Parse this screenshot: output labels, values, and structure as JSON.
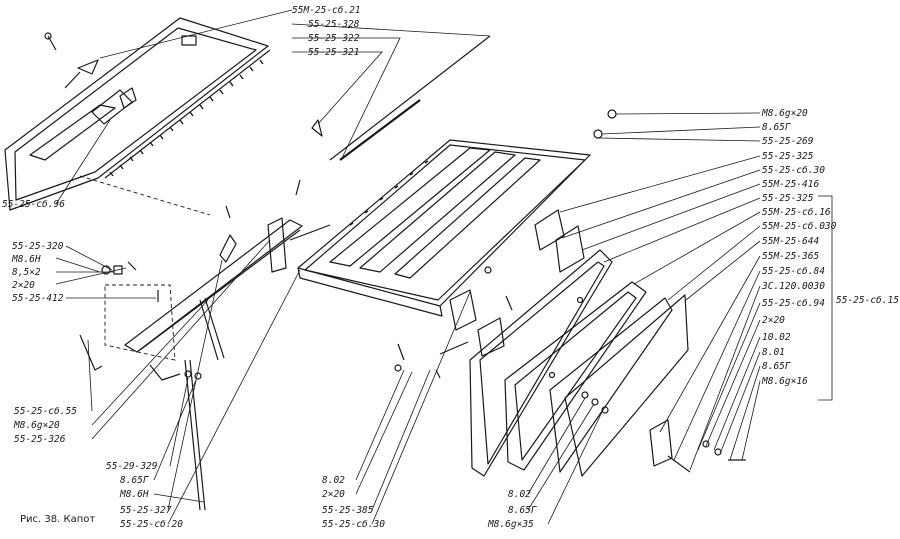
{
  "caption": "Рис. 38. Капот",
  "labels": [
    "55М-25-сб.21",
    "55-25-328",
    "55-25-322",
    "55-25-321",
    "55-25-сб.96",
    "55-25-320",
    "М8.6Н",
    "8,5×2",
    "2×20",
    "55-25-412",
    "55-25-сб.55",
    "М8.6g×20",
    "55-25-326",
    "55-29-329",
    "8.65Г",
    "М8.6Н",
    "55-25-327",
    "55-25-сб.20",
    "8.02",
    "2×20",
    "55-25-385",
    "55-25-сб.30",
    "8.02",
    "8.65Г",
    "М8.6g×35",
    "М8.6g×20",
    "8.65Г",
    "55-25-269",
    "55-25-325",
    "55-25-сб.30",
    "55М-25-416",
    "55-25-325",
    "55М-25-сб.16",
    "55М-25-сб.030",
    "55М-25-644",
    "55М-25-365",
    "55-25-сб.84",
    "ЗС.120.0030",
    "55-25-сб.94",
    "2×20",
    "10.02",
    "8.01",
    "8.65Г",
    "М8.6g×16"
  ],
  "group_label": "55-25-сб.15"
}
